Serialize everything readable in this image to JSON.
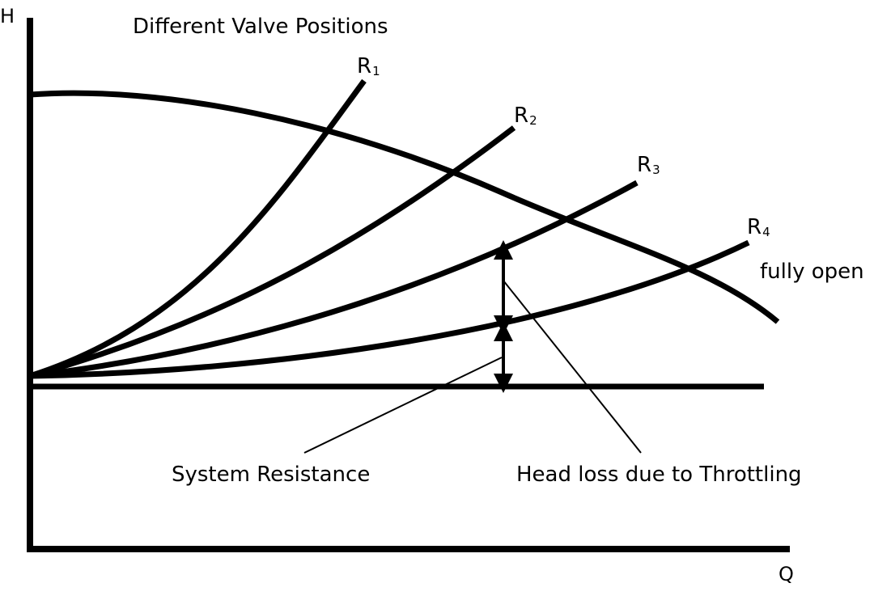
{
  "title": "Different Valve Positions",
  "axes": {
    "y_label": "H",
    "x_label": "Q"
  },
  "valve_curves": [
    {
      "letter": "R",
      "index": "1"
    },
    {
      "letter": "R",
      "index": "2"
    },
    {
      "letter": "R",
      "index": "3"
    },
    {
      "letter": "R",
      "index": "4"
    }
  ],
  "pump_curve_label": "fully open",
  "annotations": {
    "system_resistance": "System Resistance",
    "head_loss": "Head loss due to Throttling"
  },
  "colors": {
    "line": "#000000",
    "background": "#ffffff"
  }
}
